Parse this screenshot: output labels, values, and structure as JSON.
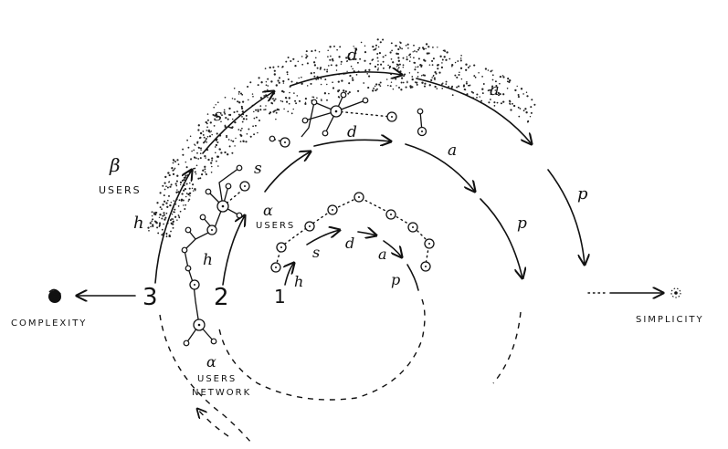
{
  "labels": {
    "complexity": "COMPLEXITY",
    "simplicity": "SIMPLICITY",
    "beta_symbol": "β",
    "beta_users": "USERS",
    "alpha_symbol": "α",
    "alpha_users": "USERS",
    "alpha_network_symbol": "α",
    "alpha_network_users": "USERS",
    "alpha_network_network": "NETWORK"
  },
  "cycle_numbers": [
    "1",
    "2",
    "3"
  ],
  "phase_letters": {
    "h": "h",
    "s": "s",
    "d": "d",
    "a": "a",
    "p": "p"
  }
}
